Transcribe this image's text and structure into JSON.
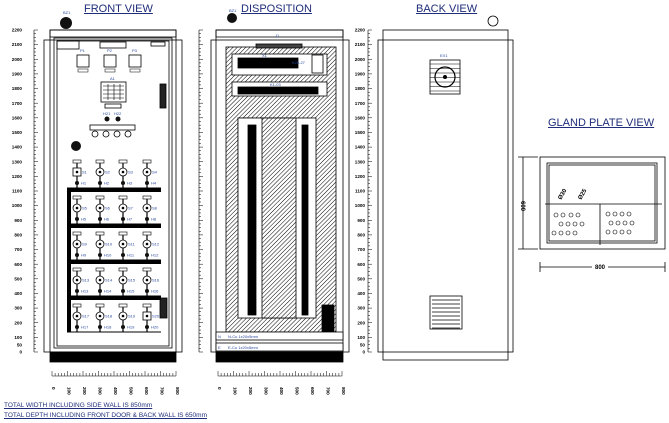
{
  "titles": {
    "front": "FRONT VIEW",
    "disposition": "DISPOSITION",
    "back": "BACK VIEW",
    "gland": "GLAND PLATE VIEW"
  },
  "notes": {
    "width": "TOTAL WIDTH INCLUDING SIDE WALL IS 850mm",
    "depth": "TOTAL DEPTH INCLUDING FRONT DOOR & BACK WALL IS  650mm"
  },
  "vertical_scale": [
    "2200",
    "2100",
    "2000",
    "1900",
    "1800",
    "1700",
    "1600",
    "1500",
    "1400",
    "1300",
    "1200",
    "1100",
    "1000",
    "900",
    "800",
    "700",
    "600",
    "500",
    "400",
    "300",
    "200",
    "100",
    "50",
    "0"
  ],
  "horizontal_scale": [
    "0",
    "100",
    "200",
    "300",
    "400",
    "500",
    "600",
    "700",
    "800"
  ],
  "front": {
    "beacon": "BZ1",
    "meters": [
      "P1",
      "P2",
      "P3"
    ],
    "annunciator": "A1",
    "indicators_top": [
      "H21",
      "H22"
    ],
    "switches": [
      "S1",
      "S2",
      "S3",
      "S4",
      "S5",
      "S6",
      "S7",
      "S8",
      "S9",
      "S10",
      "S11",
      "S12",
      "S13",
      "S14",
      "S15",
      "S16",
      "S17",
      "S18",
      "S19",
      "S20"
    ],
    "lamps": [
      "H1",
      "H2",
      "H3",
      "H4",
      "H5",
      "H6",
      "H7",
      "H8",
      "H9",
      "H10",
      "H11",
      "H12",
      "H13",
      "H14",
      "H15",
      "H16",
      "H17",
      "H18",
      "H19",
      "H20"
    ]
  },
  "disposition": {
    "beacon": "BZ1",
    "top_label": "J1",
    "terminal_top": "X1",
    "terminal_mid": "K1-03",
    "relay": "K26-27",
    "busbar_n": "N-Cu 1x20x5mm",
    "busbar_e": "E-Cu 1x20x5mm",
    "bar_n_tag": "N",
    "bar_e_tag": "E"
  },
  "back": {
    "fan": "EX1"
  },
  "gland": {
    "height": "600",
    "width": "800",
    "hole_a": "Ø30",
    "hole_b": "Ø25"
  }
}
